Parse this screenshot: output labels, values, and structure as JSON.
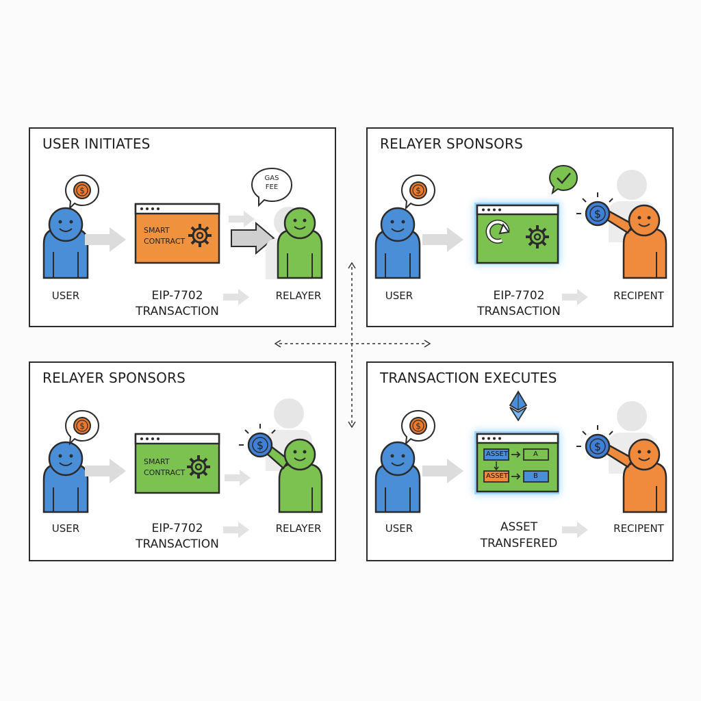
{
  "colors": {
    "user_blue": "#4a8ed8",
    "relayer_green": "#7cc250",
    "recipient_orange": "#f08a3c",
    "contract_orange": "#f0913e",
    "contract_green": "#7cc250",
    "coin_orange": "#ef7a2e",
    "coin_blue": "#3f7fd6",
    "glow_blue": "#4fb3ff",
    "outline": "#2b2b2b",
    "ghost_gray": "#d9d9d9",
    "arrow_gray": "#dcdcdc"
  },
  "panels": [
    {
      "title": "USER INITIATES",
      "left_actor_label": "USER",
      "middle_label_line1": "EIP-7702",
      "middle_label_line2": "TRANSACTION",
      "right_actor_label": "RELAYER",
      "contract_line1": "SMART",
      "contract_line2": "CONTRACT",
      "bubble_line1": "GAS",
      "bubble_line2": "FEE"
    },
    {
      "title": "RELAYER SPONSORS",
      "left_actor_label": "USER",
      "middle_label_line1": "EIP-7702",
      "middle_label_line2": "TRANSACTION",
      "right_actor_label": "RECIPENT"
    },
    {
      "title": "RELAYER SPONSORS",
      "left_actor_label": "USER",
      "middle_label_line1": "EIP-7702",
      "middle_label_line2": "TRANSACTION",
      "right_actor_label": "RELAYER",
      "contract_line1": "SMART",
      "contract_line2": "CONTRACT"
    },
    {
      "title": "TRANSACTION EXECUTES",
      "left_actor_label": "USER",
      "middle_label_line1": "ASSET",
      "middle_label_line2": "TRANSFERED",
      "right_actor_label": "RECIPENT",
      "asset_label_top": "ASSET",
      "asset_label_bottom": "ASSET",
      "target_top": "A",
      "target_bottom": "B"
    }
  ],
  "icons": {
    "currency_symbol": "$",
    "checkmark": "check-icon",
    "ethereum": "ethereum-icon",
    "gear": "gear-icon",
    "refresh": "refresh-icon"
  }
}
